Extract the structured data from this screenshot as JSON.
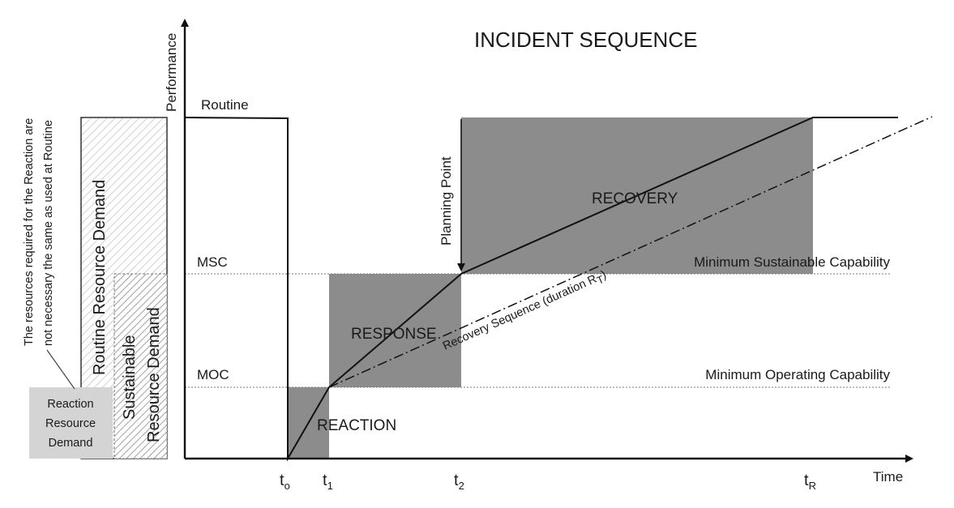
{
  "diagram": {
    "title": "INCIDENT SEQUENCE",
    "y_axis_label": "Performance",
    "x_axis_label": "Time",
    "routine_label": "Routine",
    "msc_label": "MSC",
    "moc_label": "MOC",
    "msc_full": "Minimum Sustainable Capability",
    "moc_full": "Minimum Operating Capability",
    "zones": {
      "reaction": "REACTION",
      "response": "RESPONSE",
      "recovery": "RECOVERY"
    },
    "planning_point": "Planning Point",
    "recovery_sequence": "Recovery Sequence (duration R",
    "recovery_sequence_sub": "T",
    "recovery_sequence_close": ")",
    "time_ticks": [
      {
        "base": "t",
        "sub": "o"
      },
      {
        "base": "t",
        "sub": "1"
      },
      {
        "base": "t",
        "sub": "2"
      },
      {
        "base": "t",
        "sub": "R"
      }
    ],
    "bars": {
      "routine": "Routine Resource Demand",
      "sustainable_line1": "Sustainable",
      "sustainable_line2": "Resource Demand",
      "reaction_line1": "Reaction",
      "reaction_line2": "Resource",
      "reaction_line3": "Demand"
    },
    "side_note_line1": "The resources required for the Reaction are",
    "side_note_line2": "not necessary the same as used at Routine",
    "colors": {
      "zone_fill": "#8c8c8c",
      "reaction_box": "#d4d4d4",
      "ink": "#111111"
    }
  }
}
